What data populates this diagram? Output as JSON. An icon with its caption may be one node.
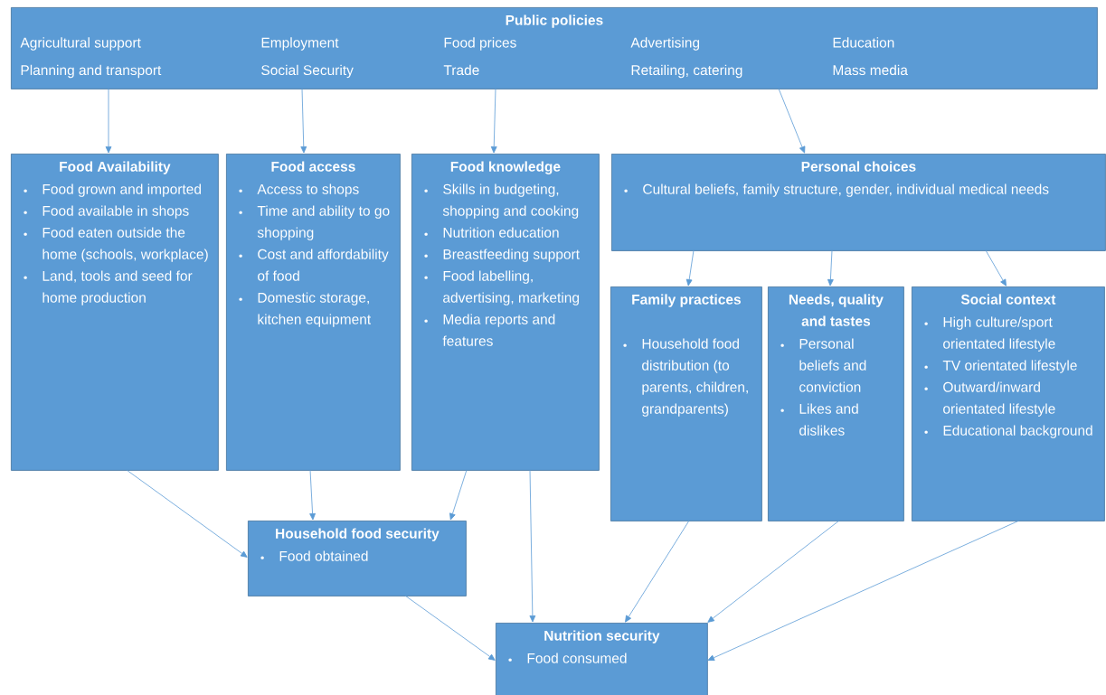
{
  "diagram": {
    "nodes": [
      {
        "text": [
          "Public policies",
          "Agricultural support",
          "Employment",
          "Food prices",
          "Advertising",
          "Education",
          "Planning and transport",
          "Social Security",
          "Trade",
          "Retailing, catering",
          "Mass media"
        ]
      },
      {
        "text": [
          "Food Availability",
          "Food grown and imported",
          "Food available in shops",
          "Food eaten outside the home (schools, workplace)",
          "Land, tools and seed for home production"
        ]
      },
      {
        "text": [
          "Food access",
          "Access to shops",
          "Time and ability to go shopping",
          "Cost and affordability of food",
          "Domestic storage, kitchen equipment"
        ]
      },
      {
        "text": [
          "Food knowledge",
          "Skills in budgeting, shopping and cooking",
          "Nutrition education",
          "Breastfeeding support",
          "Food labelling, advertising, marketing",
          "Media reports and features"
        ]
      },
      {
        "text": [
          "Personal choices",
          "Cultural beliefs, family structure, gender, individual medical needs"
        ]
      },
      {
        "text": [
          "Family practices",
          "Household food distribution (to parents, children, grandparents)"
        ]
      },
      {
        "text": [
          "Needs, quality and tastes",
          "Personal beliefs and conviction",
          "Likes and dislikes"
        ]
      },
      {
        "text": [
          "Social context",
          "High culture/sport orientated lifestyle",
          "TV orientated lifestyle",
          "Outward/inward orientated lifestyle",
          "Educational background"
        ]
      },
      {
        "text": [
          "Household food security",
          "Food obtained"
        ]
      },
      {
        "text": [
          "Nutrition security",
          "Food consumed"
        ]
      }
    ],
    "edges": [
      {
        "from": 0,
        "to": 1,
        "arrow": "to"
      },
      {
        "from": 0,
        "to": 2,
        "arrow": "to"
      },
      {
        "from": 0,
        "to": 3,
        "arrow": "to"
      },
      {
        "from": 0,
        "to": 4,
        "arrow": "to"
      },
      {
        "from": 4,
        "to": 5,
        "arrow": "to"
      },
      {
        "from": 4,
        "to": 6,
        "arrow": "to"
      },
      {
        "from": 4,
        "to": 7,
        "arrow": "to"
      },
      {
        "from": 1,
        "to": 8,
        "arrow": "to"
      },
      {
        "from": 2,
        "to": 8,
        "arrow": "to"
      },
      {
        "from": 3,
        "to": 8,
        "arrow": "to"
      },
      {
        "from": 3,
        "to": 9,
        "arrow": "to"
      },
      {
        "from": 8,
        "to": 9,
        "arrow": "to"
      },
      {
        "from": 5,
        "to": 9,
        "arrow": "to"
      },
      {
        "from": 6,
        "to": 9,
        "arrow": "to"
      },
      {
        "from": 7,
        "to": 9,
        "arrow": "to"
      }
    ]
  }
}
